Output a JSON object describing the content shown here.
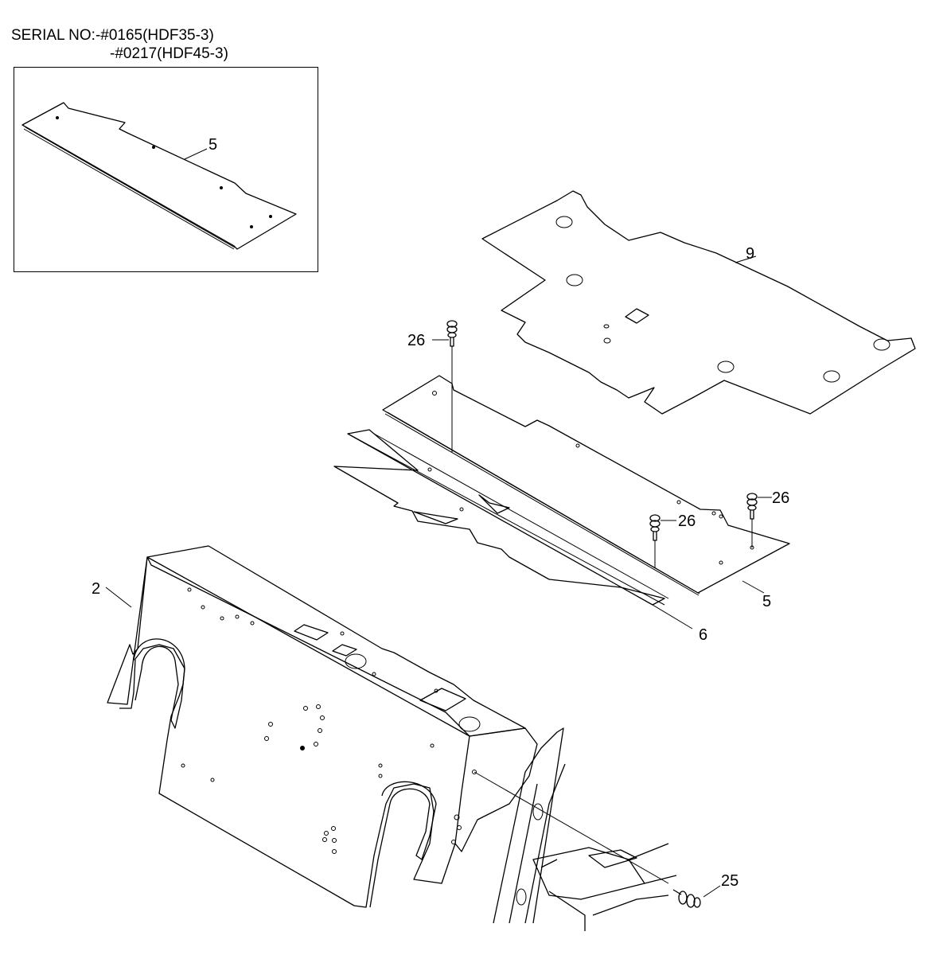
{
  "header": {
    "serial_line_1": "SERIAL NO:-#0165(HDF35-3)",
    "serial_line_2": "-#0217(HDF45-3)"
  },
  "callouts": {
    "inset_part": "5",
    "floor_mat": "9",
    "bolt_top": "26",
    "bolt_right_upper": "26",
    "bolt_right_lower": "26",
    "floor_plate": "5",
    "under_plate": "6",
    "cowl_panel": "2",
    "frame_bolt": "25"
  }
}
